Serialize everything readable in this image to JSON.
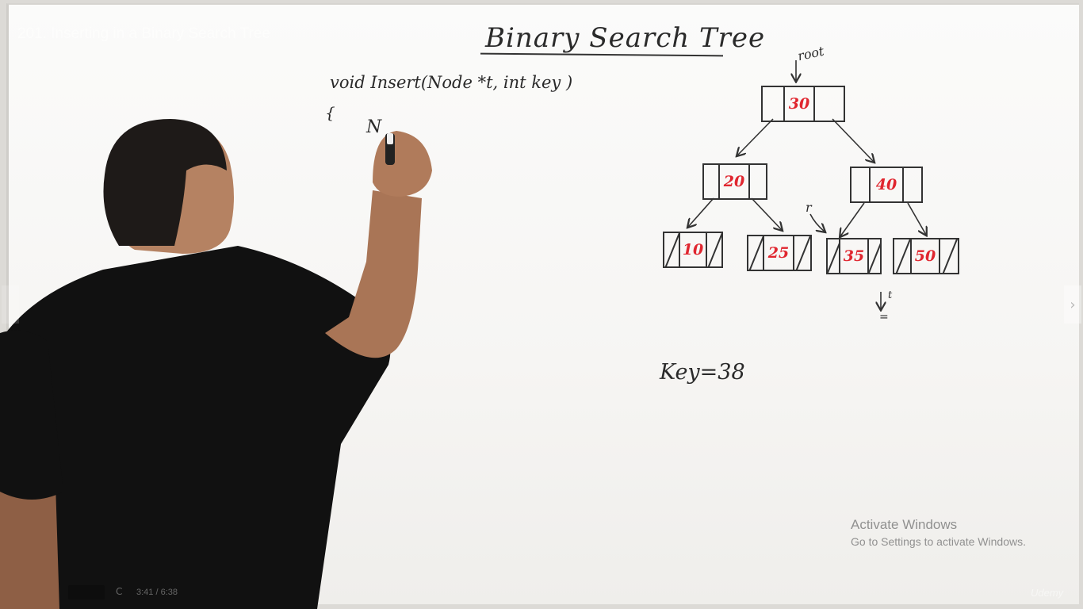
{
  "video": {
    "title": "201. Inserting in a Binary Search Tree",
    "time": "3:41 / 6:38",
    "cc_label": "C",
    "brand": "Udemy"
  },
  "board": {
    "title": "Binary Search Tree",
    "code_signature": "void Insert(Node *t, int key )",
    "code_brace": "{",
    "code_partial": "N",
    "key_text": "Key=38",
    "root_label": "root",
    "r_pointer_label": "r",
    "t_pointer_label": "t",
    "null_mark": "="
  },
  "tree": {
    "root": "30",
    "level1": [
      "20",
      "40"
    ],
    "leaves": [
      "10",
      "25",
      "35",
      "50"
    ],
    "value_color": "#e0262f"
  },
  "windows_watermark": {
    "line1": "Activate Windows",
    "line2": "Go to Settings to activate Windows."
  },
  "icons": {
    "next": "chevron-right-icon",
    "prev": "chevron-left-icon"
  }
}
